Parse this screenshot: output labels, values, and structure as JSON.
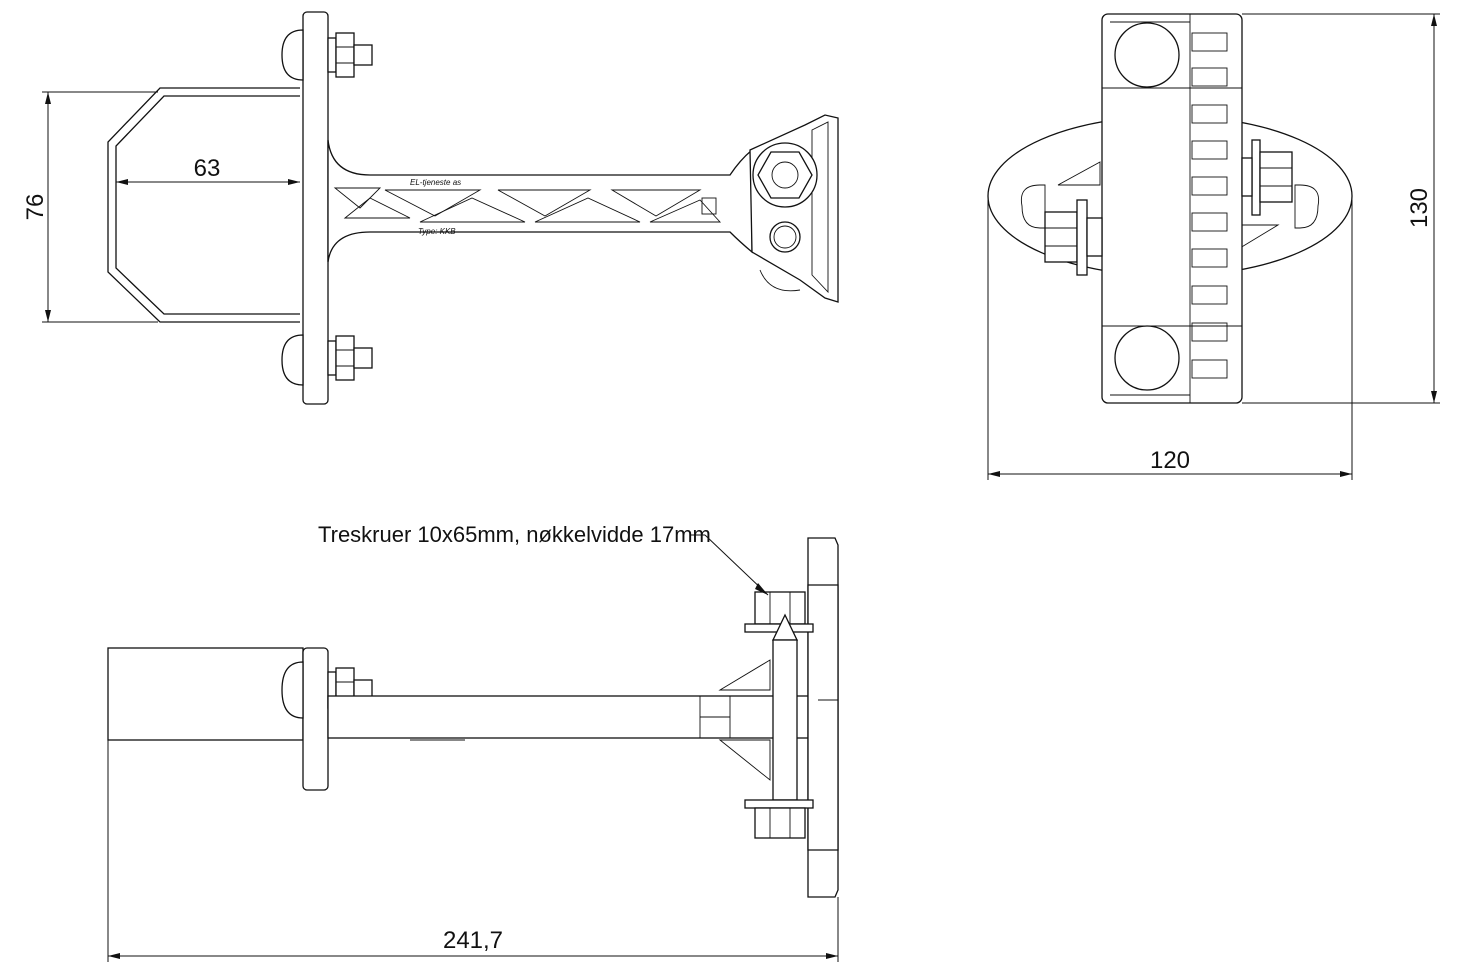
{
  "drawing": {
    "top_view": {
      "dim_height": "76",
      "dim_width": "63",
      "engraving_line1": "EL-tjeneste as",
      "engraving_line2": "Type: KKB"
    },
    "end_view": {
      "dim_width": "120",
      "dim_height": "130"
    },
    "side_view": {
      "dim_length": "241,7",
      "callout": "Treskruer 10x65mm, nøkkelvidde 17mm"
    }
  }
}
